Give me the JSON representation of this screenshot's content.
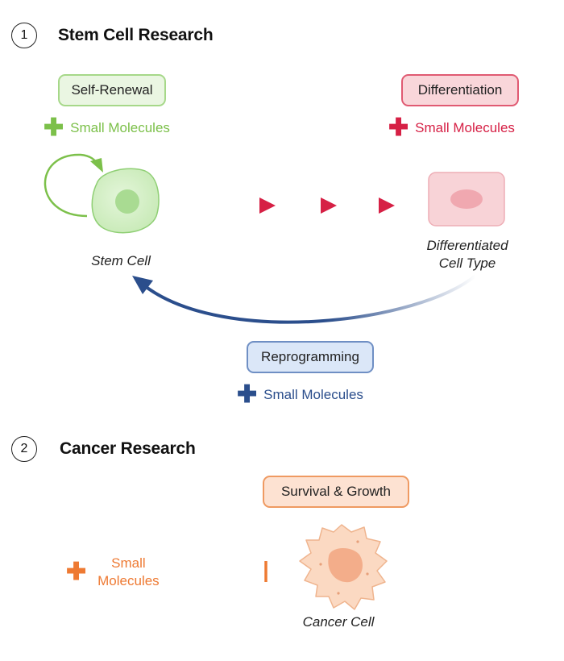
{
  "colors": {
    "green": "#7cc04a",
    "green_fill": "#dcf2d0",
    "red": "#d62045",
    "red_fill": "#f9d6da",
    "blue": "#2b4e8c",
    "blue_fill": "#dbe7f8",
    "orange": "#ee7a33",
    "orange_fill": "#fde2d2"
  },
  "section1": {
    "number": "1",
    "title": "Stem Cell Research",
    "self_renewal": {
      "label": "Self-Renewal",
      "molecules": "Small Molecules"
    },
    "differentiation": {
      "label": "Differentiation",
      "molecules": "Small Molecules"
    },
    "reprogramming": {
      "label": "Reprogramming",
      "molecules": "Small Molecules"
    },
    "stem_cell_label": "Stem Cell",
    "differentiated_label_line1": "Differentiated",
    "differentiated_label_line2": "Cell Type"
  },
  "section2": {
    "number": "2",
    "title": "Cancer Research",
    "survival": {
      "label": "Survival & Growth"
    },
    "molecules_line1": "Small",
    "molecules_line2": "Molecules",
    "cancer_cell_label": "Cancer Cell"
  }
}
